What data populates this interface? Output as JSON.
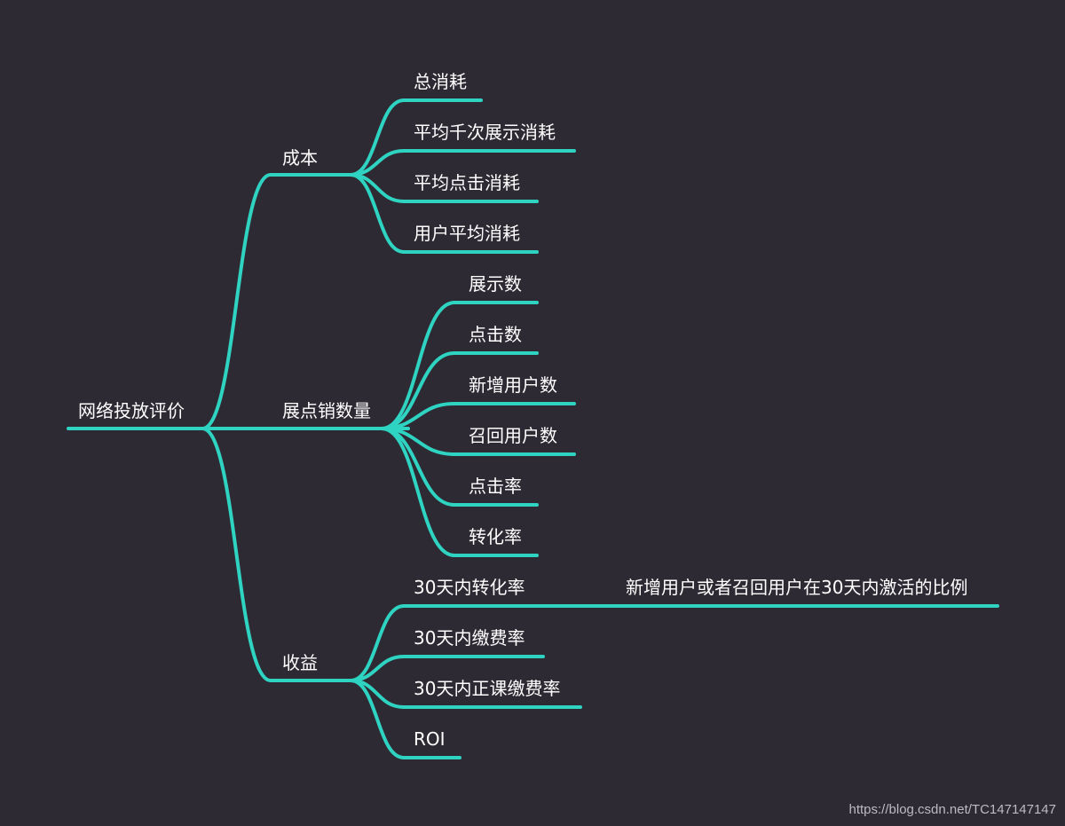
{
  "colors": {
    "background": "#2e2a33",
    "line": "#2fd3c1",
    "text": "#ffffff",
    "watermark": "#bdbac0"
  },
  "mindmap": {
    "root": {
      "label": "网络投放评价"
    },
    "branches": [
      {
        "label": "成本",
        "children": [
          {
            "label": "总消耗"
          },
          {
            "label": "平均千次展示消耗"
          },
          {
            "label": "平均点击消耗"
          },
          {
            "label": "用户平均消耗"
          }
        ]
      },
      {
        "label": "展点销数量",
        "children": [
          {
            "label": "展示数"
          },
          {
            "label": "点击数"
          },
          {
            "label": "新增用户数"
          },
          {
            "label": "召回用户数"
          },
          {
            "label": "点击率"
          },
          {
            "label": "转化率"
          }
        ]
      },
      {
        "label": "收益",
        "children": [
          {
            "label": "30天内转化率",
            "note": "新增用户或者召回用户在30天内激活的比例"
          },
          {
            "label": "30天内缴费率"
          },
          {
            "label": "30天内正课缴费率"
          },
          {
            "label": "ROI"
          }
        ]
      }
    ]
  },
  "watermark": "https://blog.csdn.net/TC147147147"
}
